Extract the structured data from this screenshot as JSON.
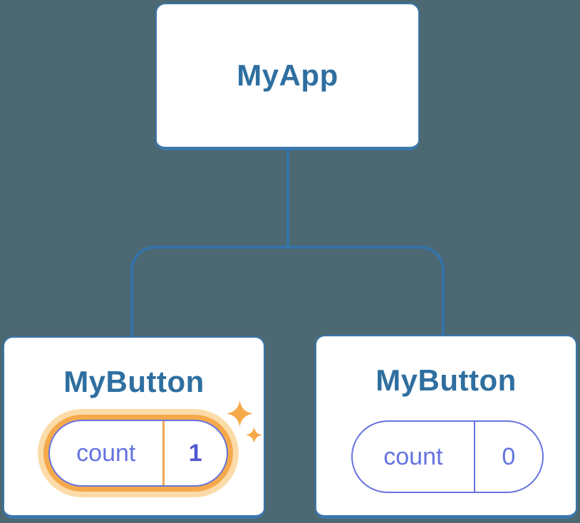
{
  "tree": {
    "root": {
      "label": "MyApp"
    },
    "children": [
      {
        "label": "MyButton",
        "state": {
          "key": "count",
          "value": "1"
        },
        "highlighted": true
      },
      {
        "label": "MyButton",
        "state": {
          "key": "count",
          "value": "0"
        },
        "highlighted": false
      }
    ]
  },
  "icons": {
    "sparkle_large": "sparkle-icon",
    "sparkle_small": "sparkle-icon"
  },
  "colors": {
    "background": "#4C6873",
    "connector": "#3374A9",
    "node_border": "#3B77AC",
    "node_fill": "#FFFFFF",
    "node_label_text": "#2F6FA0",
    "state_indigo": "#6673E0",
    "state_value_highlight": "#5257CE",
    "highlight_ring": "#F5A94B",
    "highlight_halo": "#FBDCA9",
    "highlight_divider": "#F0A64F",
    "sparkle": "#F6A94A"
  }
}
